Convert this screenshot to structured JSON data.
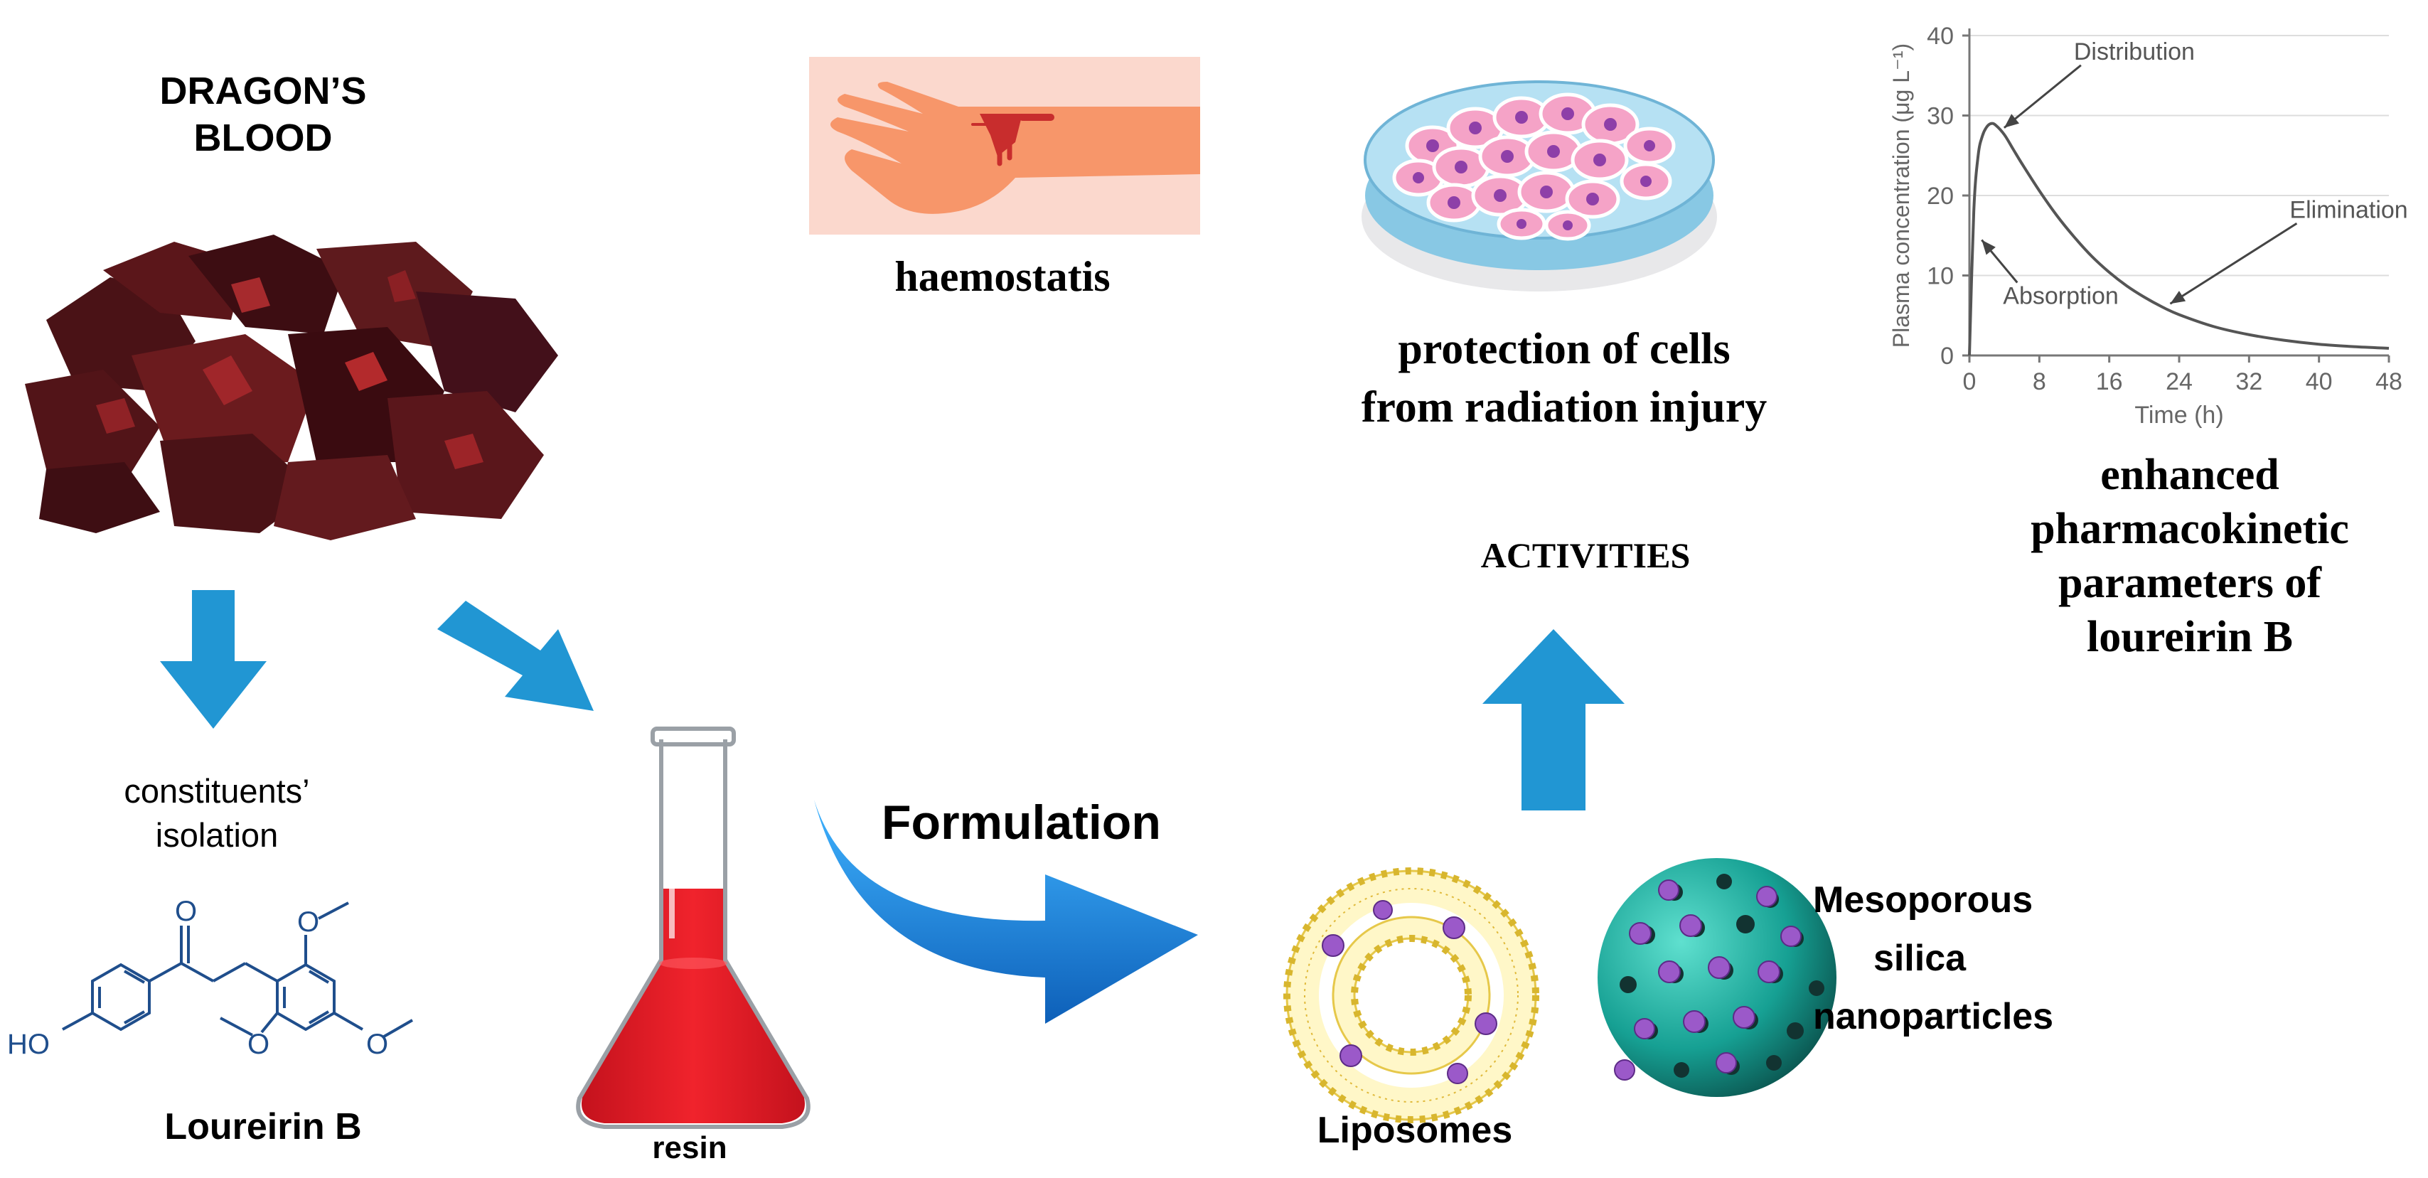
{
  "source": {
    "title_line1": "DRAGON’S",
    "title_line2": "BLOOD"
  },
  "isolation": {
    "label_line1": "constituents’",
    "label_line2": "isolation"
  },
  "molecule": {
    "name": "Loureirin B",
    "atom_o": "O",
    "atom_ho": "HO"
  },
  "flask": {
    "label": "resin"
  },
  "formulation": {
    "label": "Formulation"
  },
  "liposomes": {
    "label": "Liposomes"
  },
  "silica": {
    "label_line1": "Mesoporous",
    "label_line2": "silica",
    "label_line3": "nanoparticles"
  },
  "activities": {
    "title": "ACTIVITIES",
    "haemostasis": "haemostatis",
    "cells_line1": "protection of cells",
    "cells_line2": "from radiation injury",
    "pk_line1": "enhanced",
    "pk_line2": "pharmacokinetic",
    "pk_line3": "parameters of",
    "pk_line4": "loureirin  B"
  },
  "colors": {
    "arrow_blue": "#2196d3",
    "formulation_arrow": "#1e88e5",
    "molecule_blue": "#1f4e8c",
    "resin_red": "#e8202a",
    "silica_teal": "#1aa79a",
    "particle_purple": "#9b59c9"
  },
  "chart_data": {
    "type": "line",
    "xlabel": "Time (h)",
    "ylabel": "Plasma concentration (μg L⁻¹)",
    "xlim": [
      0,
      48
    ],
    "ylim": [
      0,
      40
    ],
    "xticks": [
      "0",
      "8",
      "16",
      "24",
      "32",
      "40",
      "48"
    ],
    "yticks": [
      "0",
      "10",
      "20",
      "30",
      "40"
    ],
    "grid": true,
    "series": [
      {
        "x": [
          0,
          0.5,
          1,
          1.5,
          2,
          2.5,
          3,
          4,
          5,
          6,
          8,
          10,
          12,
          14,
          16,
          18,
          20,
          22,
          24,
          28,
          32,
          36,
          40,
          44,
          48
        ],
        "values": [
          0,
          18,
          25,
          27.5,
          28.6,
          29,
          28.8,
          27.6,
          25.8,
          24.0,
          20.6,
          17.5,
          14.8,
          12.4,
          10.4,
          8.7,
          7.3,
          6.1,
          5.1,
          3.6,
          2.6,
          1.9,
          1.4,
          1.1,
          0.9
        ]
      }
    ],
    "annotations": [
      {
        "text": "Distribution",
        "x": 3,
        "y": 29
      },
      {
        "text": "Elimination",
        "x": 22,
        "y": 7
      },
      {
        "text": "Absorption",
        "x": 1,
        "y": 14
      }
    ]
  }
}
